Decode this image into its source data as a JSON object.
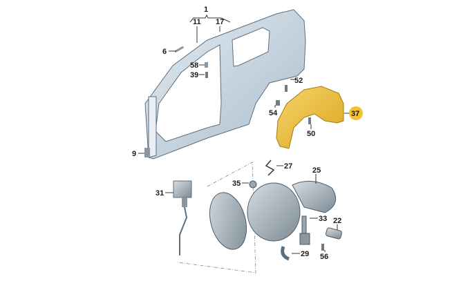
{
  "diagram": {
    "title": "Side panel, wheel housing liner and fuel filler flap - exploded parts view",
    "highlight_color": "#f2c230",
    "body_color": "#c9d6e0",
    "part_numbers": {
      "p1": "1",
      "p11": "11",
      "p17": "17",
      "p6": "6",
      "p58": "58",
      "p39": "39",
      "p52": "52",
      "p54": "54",
      "p50": "50",
      "p37": "37",
      "p9": "9",
      "p27": "27",
      "p25": "25",
      "p35": "35",
      "p31": "31",
      "p33": "33",
      "p22": "22",
      "p29": "29",
      "p56": "56"
    }
  }
}
